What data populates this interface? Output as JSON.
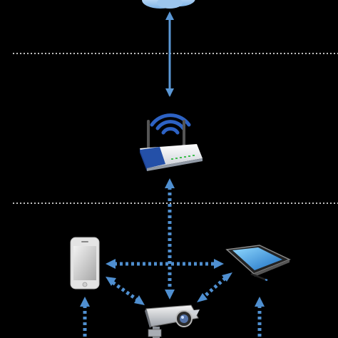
{
  "diagram": {
    "background": "#000000",
    "zone_divider_color": "#ffffff",
    "link_colors": {
      "wired": "#4f8fd0",
      "wireless": "#4a7fc0"
    },
    "nodes": [
      {
        "id": "cloud",
        "icon": "cloud-icon"
      },
      {
        "id": "router",
        "icon": "wifi-router-icon"
      },
      {
        "id": "phone",
        "icon": "smartphone-icon"
      },
      {
        "id": "tablet",
        "icon": "tablet-with-stylus-icon"
      },
      {
        "id": "camera",
        "icon": "security-camera-icon"
      }
    ],
    "links": [
      {
        "from": "cloud",
        "to": "router",
        "style": "solid"
      },
      {
        "from": "router",
        "to": "camera",
        "style": "dotted"
      },
      {
        "from": "phone",
        "to": "tablet",
        "style": "dotted"
      },
      {
        "from": "phone",
        "to": "camera",
        "style": "dotted"
      },
      {
        "from": "tablet",
        "to": "camera",
        "style": "dotted"
      },
      {
        "from": "phone",
        "to": "off-frame-below",
        "style": "dotted"
      },
      {
        "from": "tablet",
        "to": "off-frame-below",
        "style": "dotted"
      }
    ]
  }
}
